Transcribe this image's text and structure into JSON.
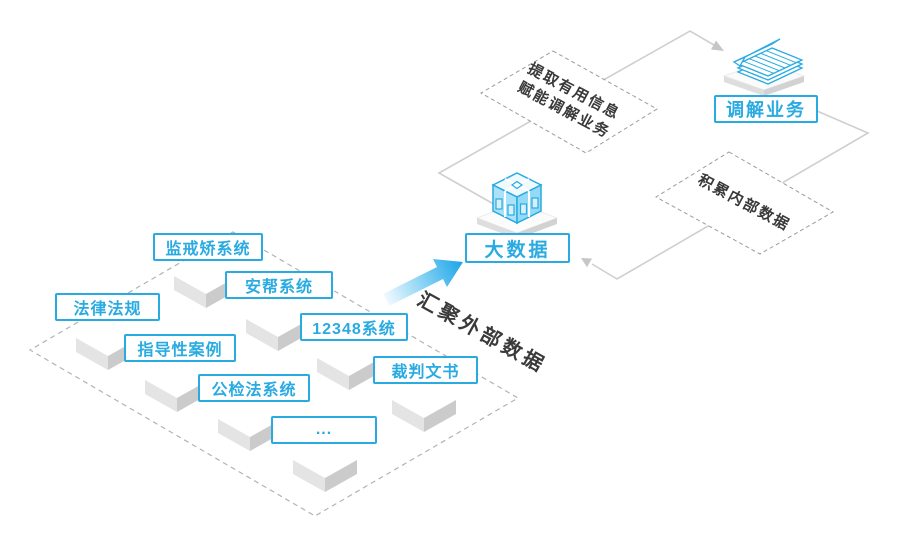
{
  "page": {
    "background": "#ffffff"
  },
  "colors": {
    "accent_blue": "#29abe2",
    "connector_gray": "#cfcfcf",
    "dashed_gray": "#9c9c9c",
    "dark_text": "#3a3a3a",
    "platform_gray": "#d9d9d9"
  },
  "sources": {
    "items": [
      {
        "label": "监戒矫系统"
      },
      {
        "label": "安帮系统"
      },
      {
        "label": "法律法规"
      },
      {
        "label": "指导性案例"
      },
      {
        "label": "12348系统"
      },
      {
        "label": "公检法系统"
      },
      {
        "label": "裁判文书"
      },
      {
        "label": "..."
      }
    ]
  },
  "hub": {
    "label": "大数据",
    "icon": "big-data-cube-icon"
  },
  "business": {
    "label": "调解业务",
    "icon": "notebook-icon"
  },
  "flows": {
    "external": "汇聚外部数据",
    "extract_line1": "提取有用信息",
    "extract_line2": "赋能调解业务",
    "internal": "积累内部数据"
  }
}
